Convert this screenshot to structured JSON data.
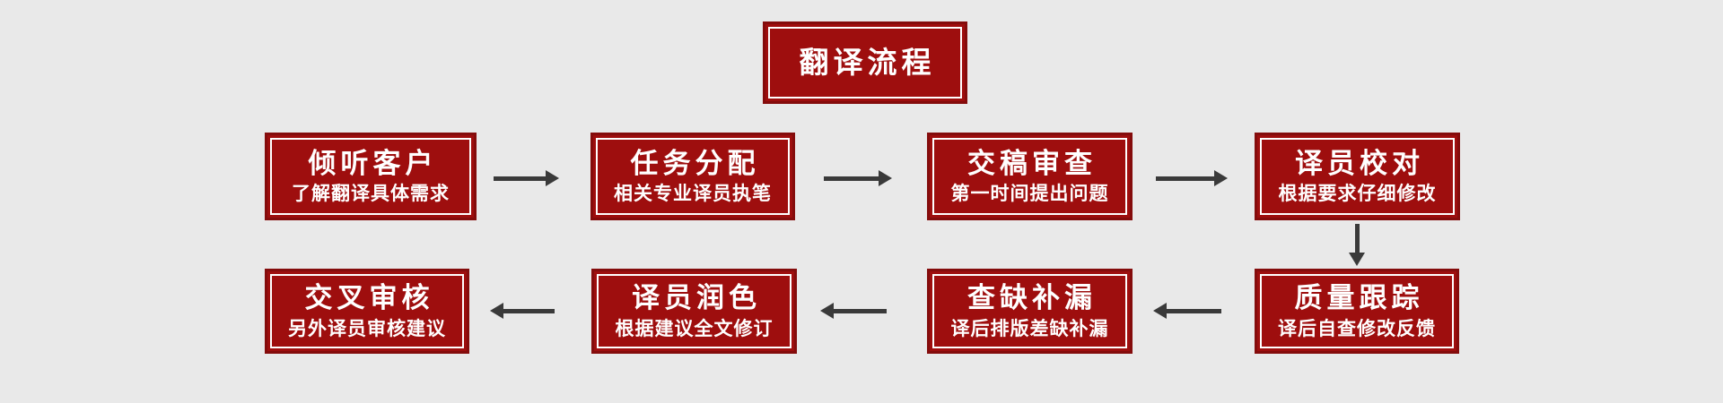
{
  "palette": {
    "page_bg": "#e9e9e9",
    "box_fill": "#9e0e0e",
    "box_border": "#840c0c",
    "inner_border": "#ffffff",
    "text_color": "#ffffff",
    "arrow_color": "#3a3a3a"
  },
  "title": {
    "label": "翻译流程"
  },
  "flow": {
    "nodes": [
      {
        "title": "倾听客户",
        "subtitle": "了解翻译具体需求"
      },
      {
        "title": "任务分配",
        "subtitle": "相关专业译员执笔"
      },
      {
        "title": "交稿审查",
        "subtitle": "第一时间提出问题"
      },
      {
        "title": "译员校对",
        "subtitle": "根据要求仔细修改"
      },
      {
        "title": "质量跟踪",
        "subtitle": "译后自查修改反馈"
      },
      {
        "title": "查缺补漏",
        "subtitle": "译后排版差缺补漏"
      },
      {
        "title": "译员润色",
        "subtitle": "根据建议全文修订"
      },
      {
        "title": "交叉审核",
        "subtitle": "另外译员审核建议"
      }
    ],
    "connections": [
      {
        "from": "倾听客户",
        "to": "任务分配",
        "direction": "right"
      },
      {
        "from": "任务分配",
        "to": "交稿审查",
        "direction": "right"
      },
      {
        "from": "交稿审查",
        "to": "译员校对",
        "direction": "right"
      },
      {
        "from": "译员校对",
        "to": "质量跟踪",
        "direction": "down"
      },
      {
        "from": "质量跟踪",
        "to": "查缺补漏",
        "direction": "left"
      },
      {
        "from": "查缺补漏",
        "to": "译员润色",
        "direction": "left"
      },
      {
        "from": "译员润色",
        "to": "交叉审核",
        "direction": "left"
      }
    ]
  }
}
